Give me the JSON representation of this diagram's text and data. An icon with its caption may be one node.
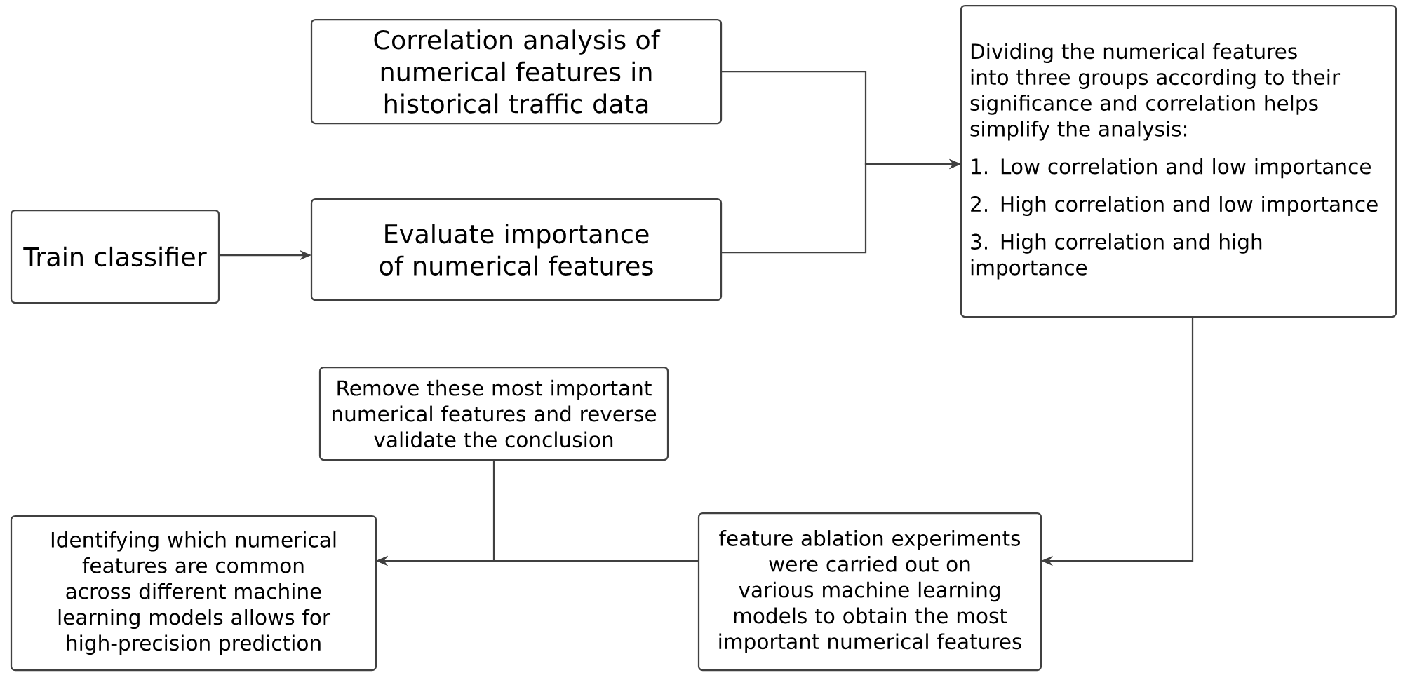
{
  "diagram": {
    "nodes": [
      {
        "text": [
          "Correlation analysis of numerical features in historical traffic data"
        ]
      },
      {
        "text": [
          "Train classifier"
        ]
      },
      {
        "text": [
          "Evaluate importance of numerical features"
        ]
      },
      {
        "text": [
          "Dividing the numerical features into three groups according to their significance and correlation helps simplify the analysis:",
          "1. Low correlation and low importance",
          "2. High correlation and low importance",
          "3. High correlation and high importance"
        ]
      },
      {
        "text": [
          "Remove these most important numerical features and reverse validate the conclusion"
        ]
      },
      {
        "text": [
          "Identifying which numerical features are common across different machine learning models allows for high-precision prediction"
        ]
      },
      {
        "text": [
          "feature ablation experiments were carried out on various machine learning models to obtain the most important numerical features"
        ]
      }
    ],
    "edges": [
      {
        "from": 0,
        "to": 3,
        "arrow": "to"
      },
      {
        "from": 2,
        "to": 3,
        "arrow": "to"
      },
      {
        "from": 1,
        "to": 2,
        "arrow": "to"
      },
      {
        "from": 3,
        "to": 6,
        "arrow": "to"
      },
      {
        "from": 6,
        "to": 5,
        "arrow": "to"
      },
      {
        "from": 4,
        "to": 5,
        "arrow": "to"
      }
    ]
  }
}
